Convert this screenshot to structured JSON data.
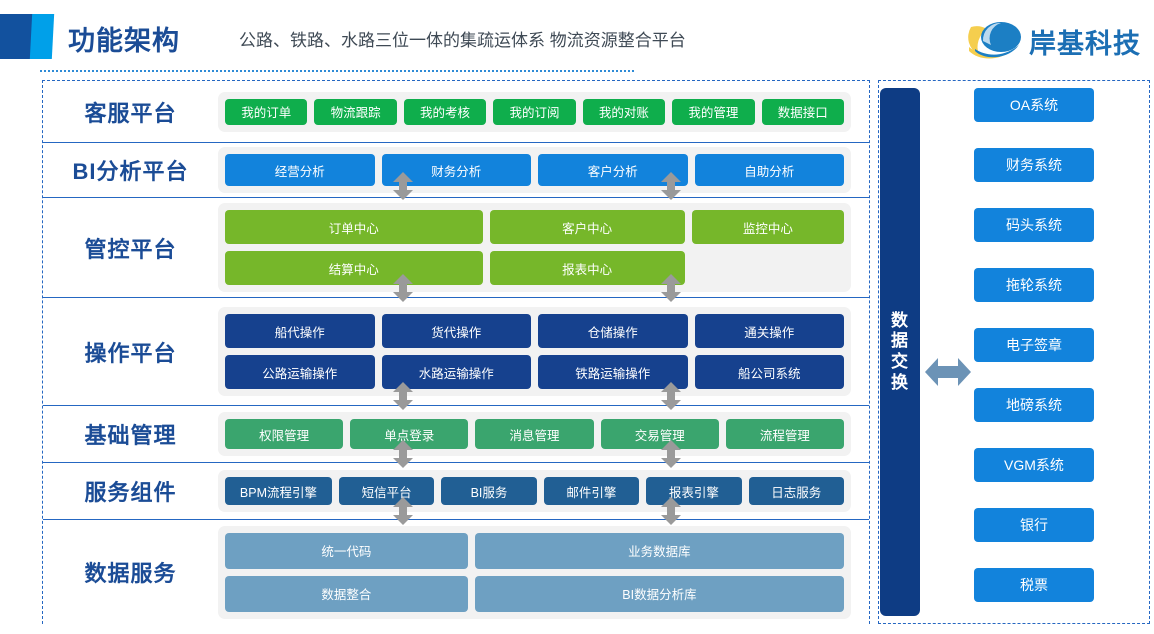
{
  "header": {
    "title": "功能架构",
    "subtitle": "公路、铁路、水路三位一体的集疏运体系   物流资源整合平台",
    "logo_text": "岸基科技",
    "accent_dark_color": "#12519E",
    "accent_light_color": "#00A0E9",
    "title_color": "#1B4C96"
  },
  "layers": [
    {
      "label": "客服平台",
      "color": "#0FAE4C",
      "style": "c-green-bright",
      "rows": [
        [
          "我的订单",
          "物流跟踪",
          "我的考核",
          "我的订阅",
          "我的对账",
          "我的管理",
          "数据接口"
        ]
      ]
    },
    {
      "label": "BI分析平台",
      "color": "#1283DC",
      "style": "c-blue-bright",
      "rows": [
        [
          "经营分析",
          "财务分析",
          "客户分析",
          "自助分析"
        ]
      ]
    },
    {
      "label": "管控平台",
      "color": "#76B72A",
      "style": "c-green-lime",
      "rows": [
        [
          "订单中心",
          "客户中心",
          "监控中心"
        ],
        [
          "结算中心",
          "报表中心"
        ]
      ]
    },
    {
      "label": "操作平台",
      "color": "#16418E",
      "style": "c-navy",
      "rows": [
        [
          "船代操作",
          "货代操作",
          "仓储操作",
          "通关操作"
        ],
        [
          "公路运输操作",
          "水路运输操作",
          "铁路运输操作",
          "船公司系统"
        ]
      ]
    },
    {
      "label": "基础管理",
      "color": "#3AA56E",
      "style": "c-green-med",
      "rows": [
        [
          "权限管理",
          "单点登录",
          "消息管理",
          "交易管理",
          "流程管理"
        ]
      ]
    },
    {
      "label": "服务组件",
      "color": "#215F94",
      "style": "c-steel",
      "rows": [
        [
          "BPM流程引擎",
          "短信平台",
          "BI服务",
          "邮件引擎",
          "报表引擎",
          "日志服务"
        ]
      ]
    },
    {
      "label": "数据服务",
      "color": "#6EA0C2",
      "style": "c-slate",
      "rows": [
        [
          "统一代码",
          "业务数据库"
        ],
        [
          "数据整合",
          "BI数据分析库"
        ]
      ]
    }
  ],
  "exchange": {
    "label_chars": [
      "数",
      "据",
      "交",
      "换"
    ],
    "color": "#0E3C84"
  },
  "external_systems": {
    "color": "#1283DC",
    "items": [
      "OA系统",
      "财务系统",
      "码头系统",
      "拖轮系统",
      "电子签章",
      "地磅系统",
      "VGM系统",
      "银行",
      "税票"
    ]
  },
  "connectors": {
    "arrow_color": "#9A9A9A",
    "exchange_arrow_color": "#6C93B6",
    "vertical_arrow_count": 12
  }
}
